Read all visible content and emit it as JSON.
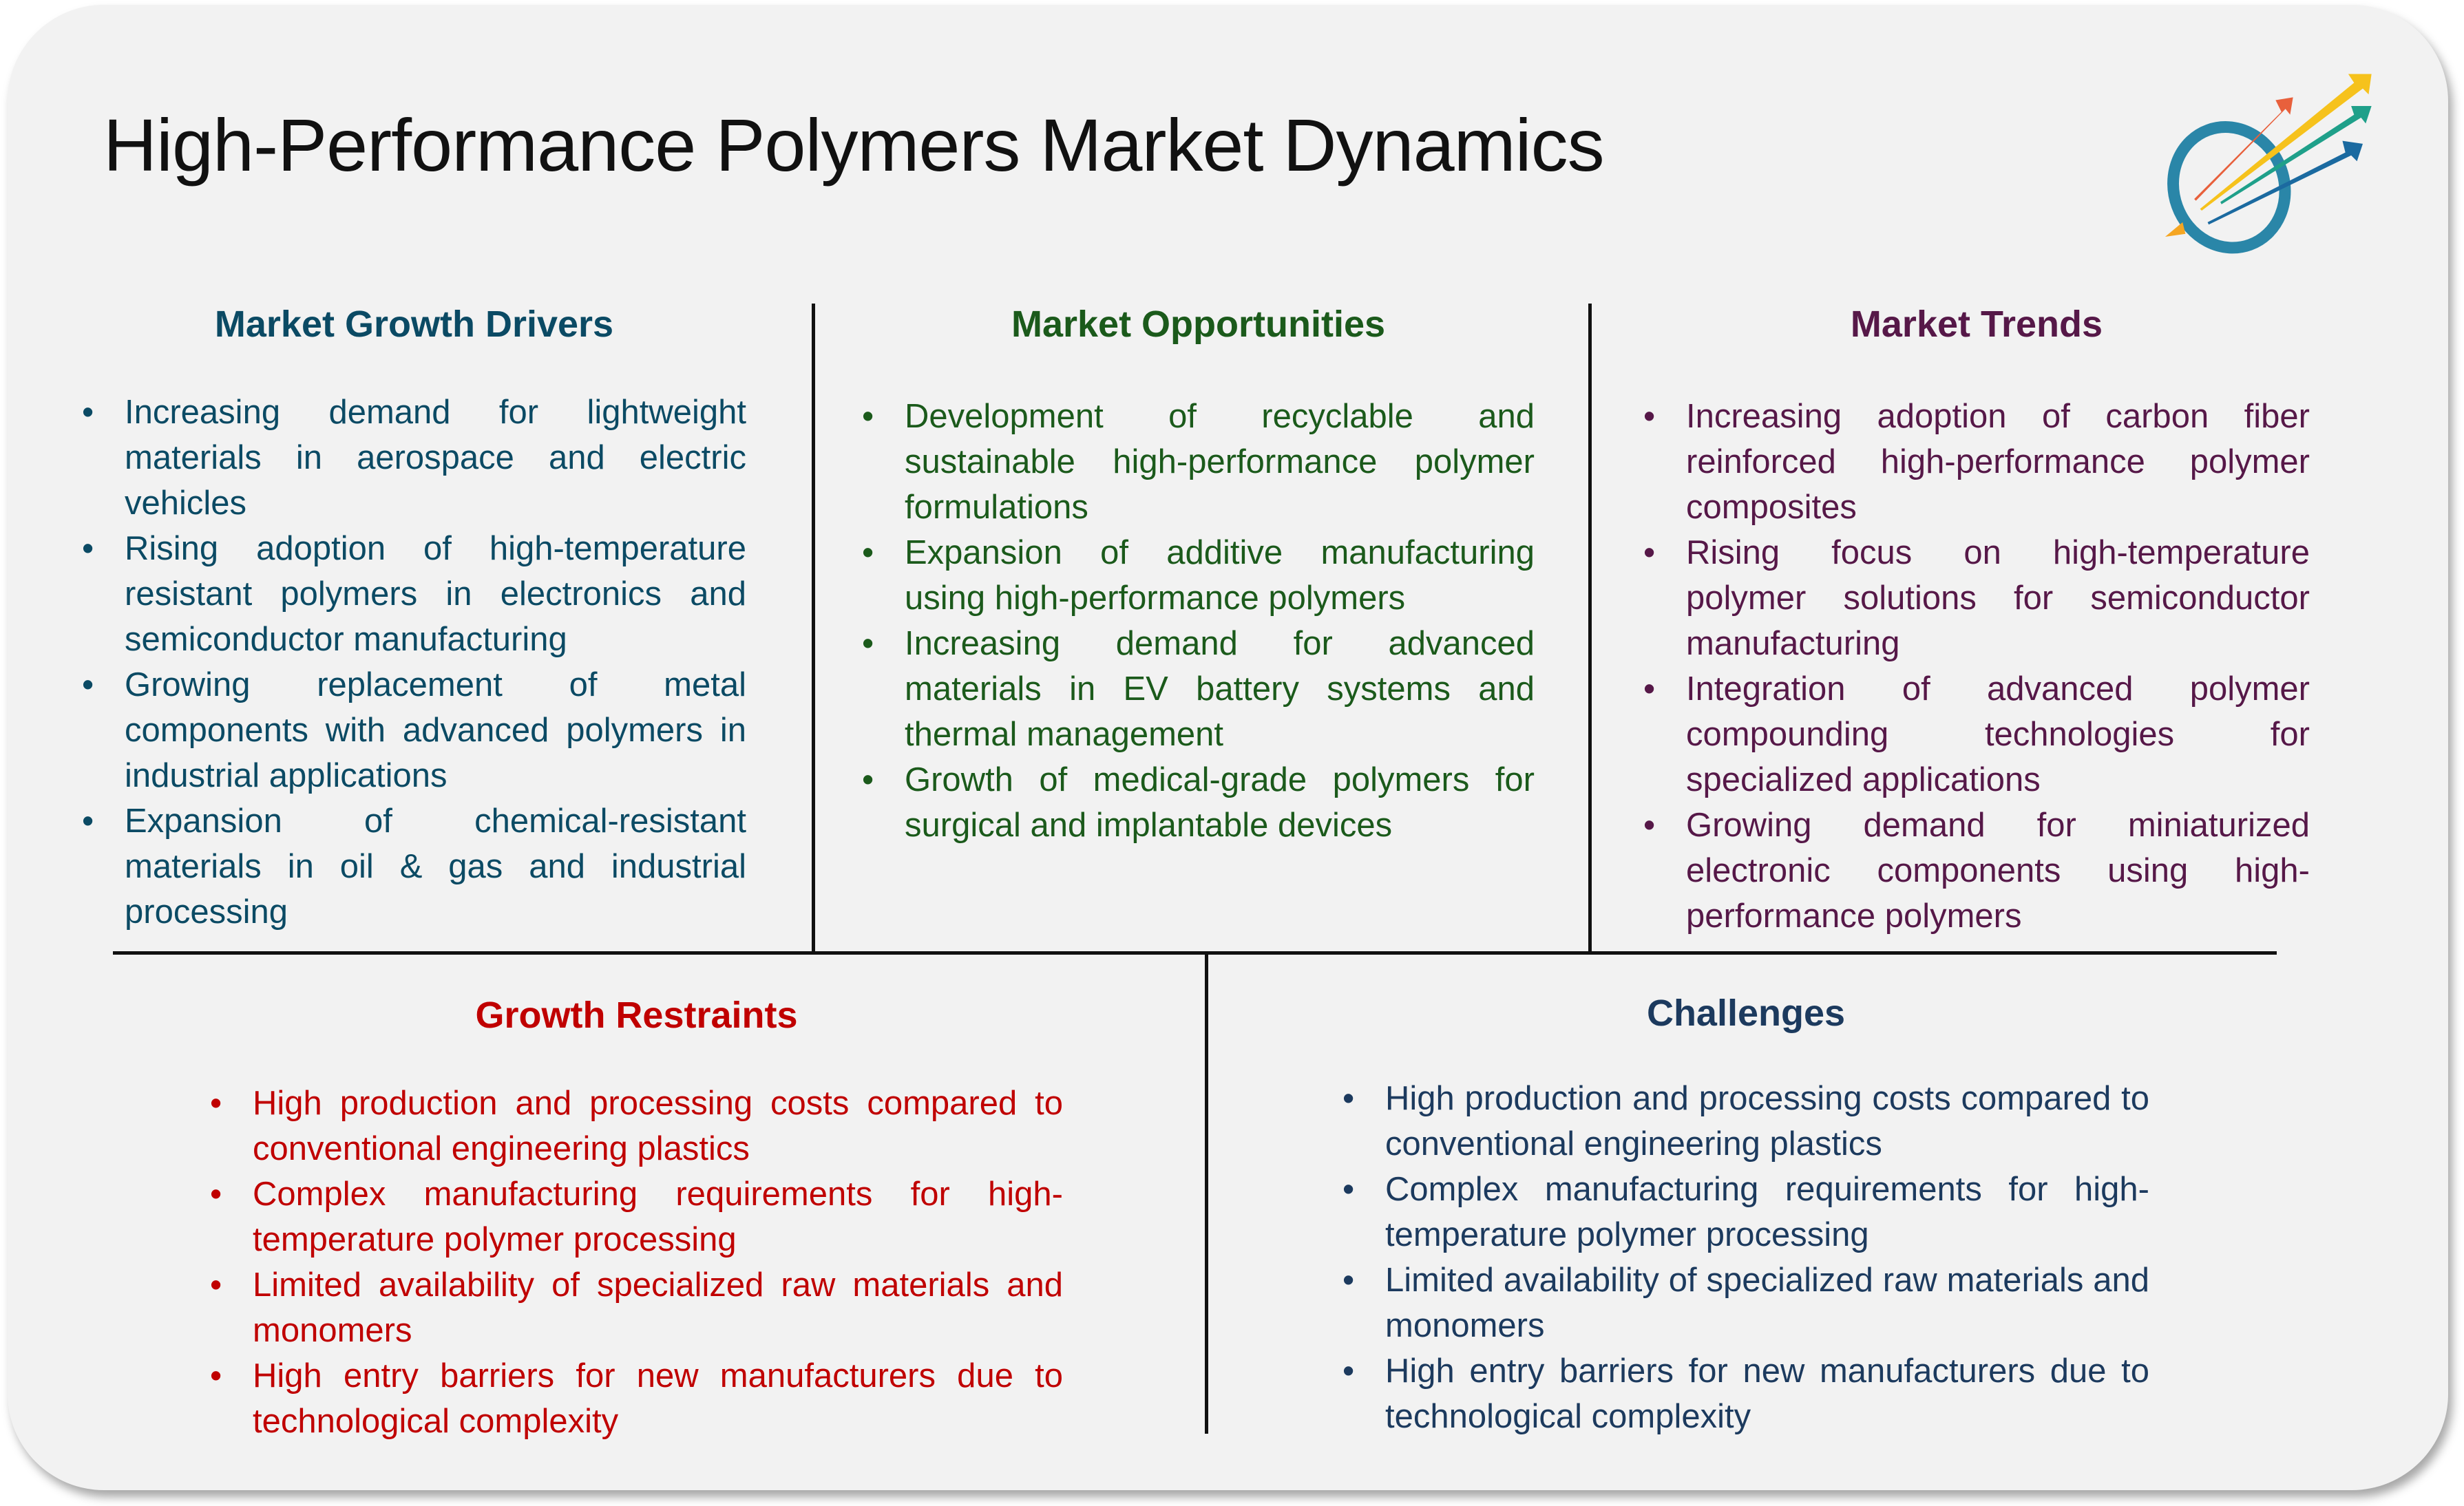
{
  "title": "High-Performance Polymers Market Dynamics",
  "logo": "colored-arrows-logo-icon",
  "colors": {
    "drivers": "#0b4a64",
    "opportunities": "#1b5a1b",
    "trends": "#561848",
    "restraints": "#c00000",
    "challenges": "#1c3a5e"
  },
  "sections": {
    "drivers": {
      "heading": "Market Growth Drivers",
      "items": [
        "Increasing demand for lightweight materials in aerospace and electric vehicles",
        "Rising adoption of high-temperature resistant polymers in electronics and semiconductor manufacturing",
        "Growing replacement of metal components with advanced polymers in industrial applications",
        "Expansion of chemical-resistant materials in oil & gas and industrial processing"
      ]
    },
    "opportunities": {
      "heading": "Market Opportunities",
      "items": [
        "Development of recyclable and sustainable high-performance polymer formulations",
        "Expansion of additive manufacturing using high-performance polymers",
        "Increasing demand for advanced materials in EV battery systems and thermal management",
        "Growth of medical-grade polymers for surgical and implantable devices"
      ]
    },
    "trends": {
      "heading": "Market Trends",
      "items": [
        "Increasing adoption of carbon fiber reinforced high-performance polymer composites",
        "Rising focus on high-temperature polymer solutions for semiconductor manufacturing",
        "Integration of advanced polymer compounding technologies for specialized applications",
        "Growing demand for miniaturized electronic components using high-performance polymers"
      ]
    },
    "restraints": {
      "heading": "Growth Restraints",
      "items": [
        "High production and processing costs compared to conventional engineering plastics",
        "Complex manufacturing requirements for high-temperature polymer processing",
        "Limited availability of specialized raw materials and monomers",
        "High entry barriers for new manufacturers due to technological complexity"
      ]
    },
    "challenges": {
      "heading": "Challenges",
      "items": [
        "High production and processing costs compared to conventional engineering plastics",
        "Complex manufacturing requirements for high-temperature polymer processing",
        "Limited availability of specialized raw materials and monomers",
        "High entry barriers for new manufacturers due to technological complexity"
      ]
    }
  }
}
